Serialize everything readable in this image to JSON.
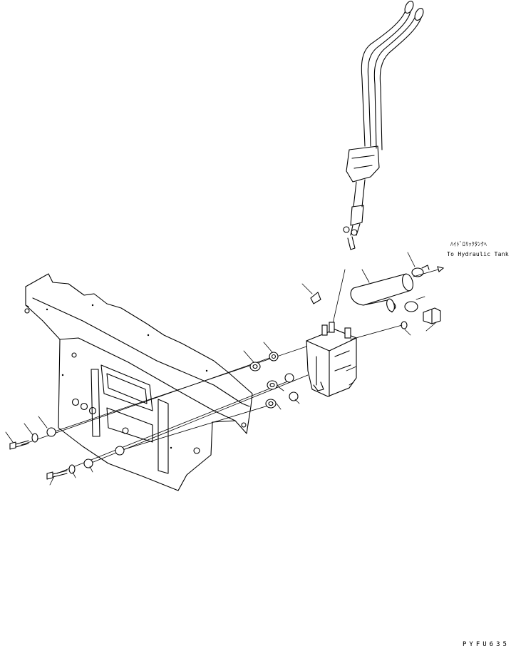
{
  "annotations": {
    "tank_note_jp": "ﾊｲﾄﾞﾛﾘｯｸﾀﾝｸﾍ",
    "tank_note_en": "To Hydraulic Tank"
  },
  "drawing_code": "PYFU635"
}
